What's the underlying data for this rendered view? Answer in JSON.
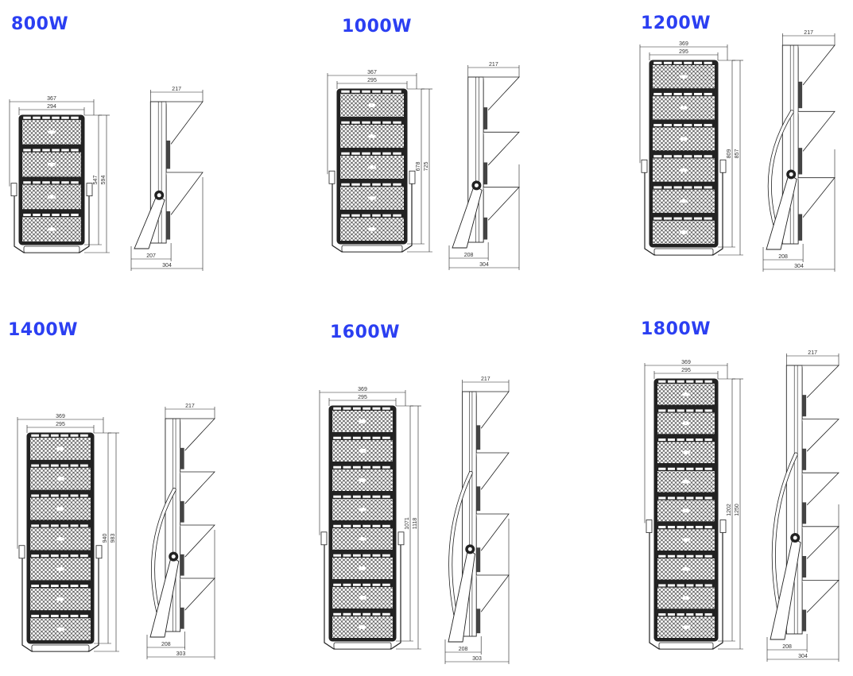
{
  "colors": {
    "title": "#2b3ff2",
    "line": "#222222",
    "dim_text": "#333333"
  },
  "panels": [
    {
      "title": "800W",
      "modules": 4,
      "front": {
        "outer_width": "367",
        "inner_width": "294",
        "height_inner": "547",
        "height_outer": "594"
      },
      "side": {
        "top_width": "217",
        "base_width": "207",
        "total_depth": "304"
      }
    },
    {
      "title": "1000W",
      "modules": 5,
      "front": {
        "outer_width": "367",
        "inner_width": "295",
        "height_inner": "678",
        "height_outer": "725"
      },
      "side": {
        "top_width": "217",
        "base_width": "208",
        "total_depth": "304"
      }
    },
    {
      "title": "1200W",
      "modules": 6,
      "front": {
        "outer_width": "369",
        "inner_width": "295",
        "height_inner": "809",
        "height_outer": "857"
      },
      "side": {
        "top_width": "217",
        "base_width": "208",
        "total_depth": "304"
      }
    },
    {
      "title": "1400W",
      "modules": 7,
      "front": {
        "outer_width": "369",
        "inner_width": "295",
        "height_inner": "940",
        "height_outer": "983"
      },
      "side": {
        "top_width": "217",
        "base_width": "208",
        "total_depth": "303"
      }
    },
    {
      "title": "1600W",
      "modules": 8,
      "front": {
        "outer_width": "369",
        "inner_width": "295",
        "height_inner": "1071",
        "height_outer": "1118"
      },
      "side": {
        "top_width": "217",
        "base_width": "208",
        "total_depth": "303"
      }
    },
    {
      "title": "1800W",
      "modules": 9,
      "front": {
        "outer_width": "369",
        "inner_width": "295",
        "height_inner": "1202",
        "height_outer": "1250"
      },
      "side": {
        "top_width": "217",
        "base_width": "208",
        "total_depth": "304"
      }
    }
  ]
}
